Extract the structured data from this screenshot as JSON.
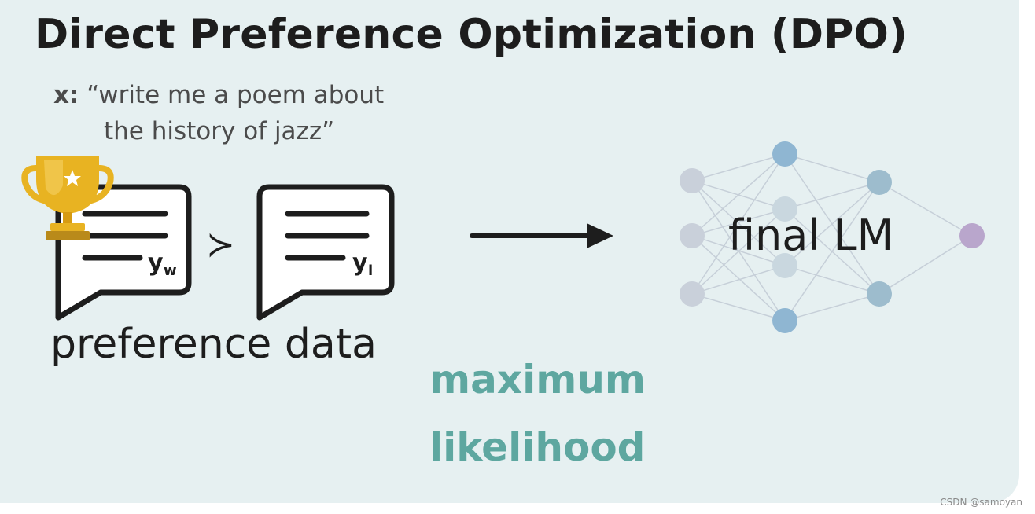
{
  "title": "Direct Preference Optimization (DPO)",
  "prompt": {
    "prefix": "x:",
    "line1": "“write me a poem about",
    "line2": "the history of jazz”"
  },
  "preference": {
    "winner_label": "y",
    "winner_sub": "w",
    "loser_label": "y",
    "loser_sub": "l",
    "comparator": "≻",
    "caption": "preference data"
  },
  "method": {
    "line1": "maximum",
    "line2": "likelihood"
  },
  "model": {
    "label": "final LM"
  },
  "credit": "CSDN @samoyan",
  "colors": {
    "background": "#e6f0f1",
    "accent_text": "#5ea7a0",
    "node_input": "#c9d0da",
    "node_hidden": "#8fb6d2",
    "node_output": "#b9a6cc",
    "trophy": "#e8b322"
  },
  "icons": [
    "trophy-icon",
    "chat-bubble-icon",
    "arrow-right-icon",
    "neural-network-icon"
  ]
}
